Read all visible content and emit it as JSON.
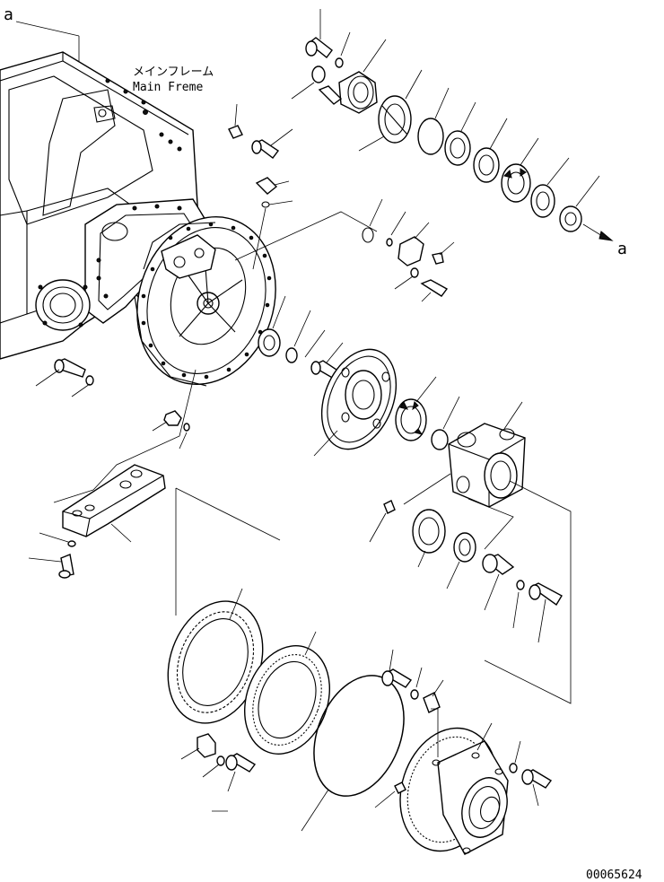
{
  "labels": {
    "ref_a_top": "a",
    "ref_a_right": "a",
    "main_frame_jp": "メインフレーム",
    "main_frame_en": "Main Freme",
    "drawing_number": "00065624"
  }
}
